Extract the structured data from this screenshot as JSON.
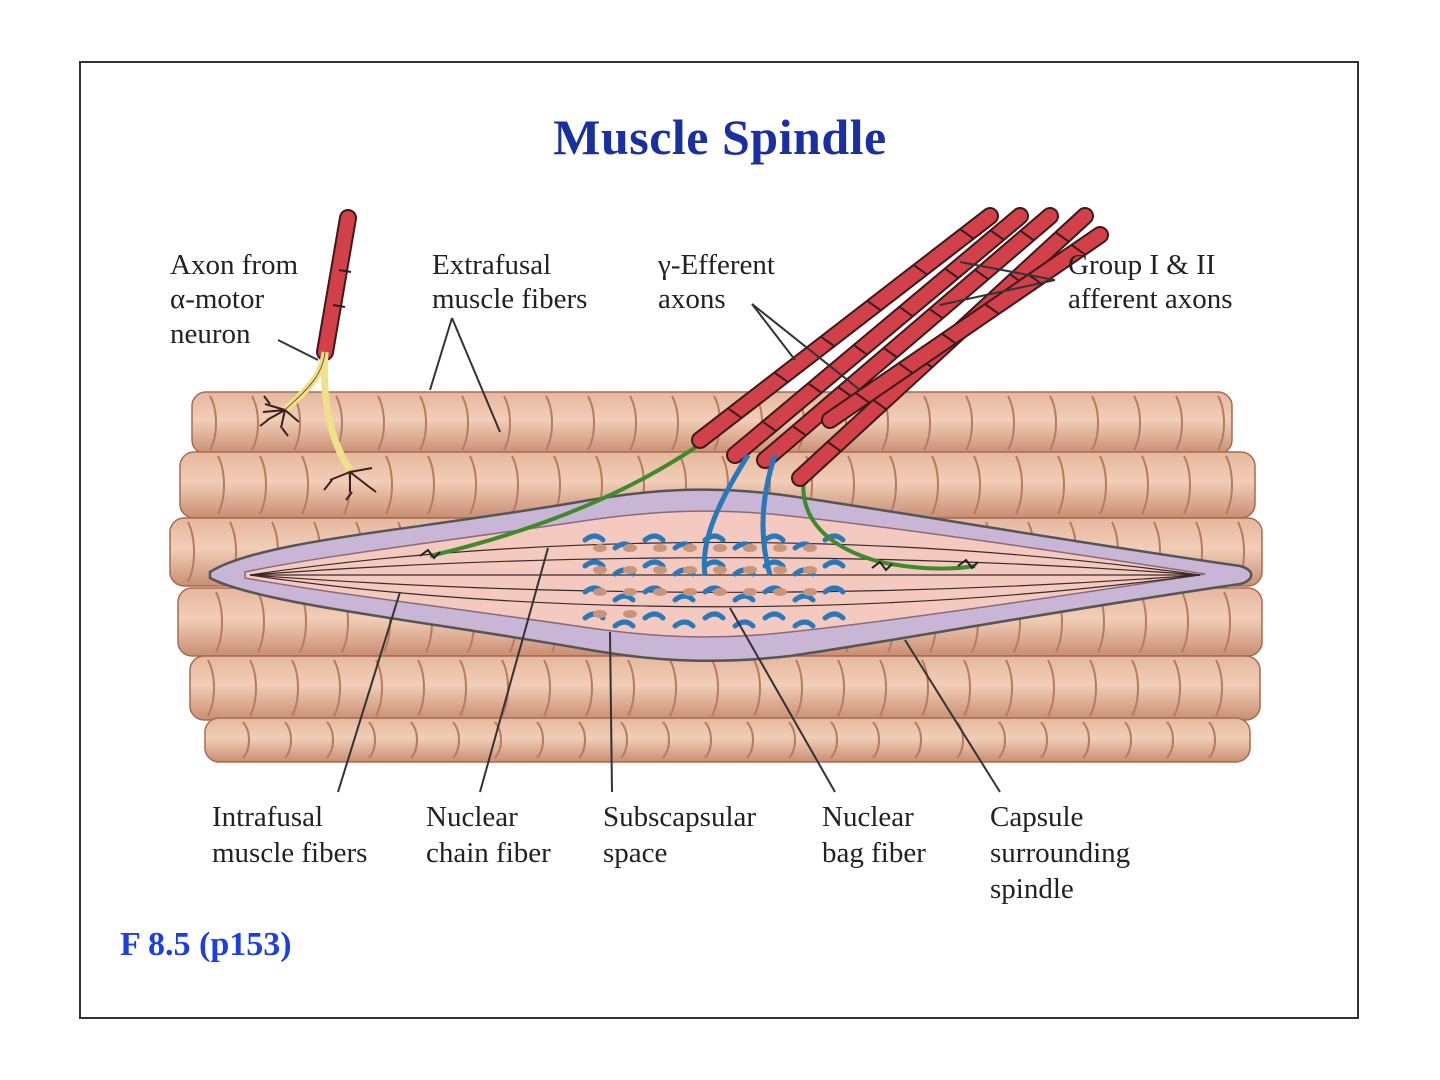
{
  "title": "Muscle Spindle",
  "figure_ref": "F 8.5 (p153)",
  "labels": {
    "axon_alpha": [
      "Axon from",
      "α-motor",
      "neuron"
    ],
    "extrafusal": [
      "Extrafusal",
      "muscle fibers"
    ],
    "gamma_efferent": [
      "γ-Efferent",
      "axons"
    ],
    "group_afferent": [
      "Group I & II",
      "afferent axons"
    ],
    "intrafusal": [
      "Intrafusal",
      "muscle fibers"
    ],
    "nuclear_chain": [
      "Nuclear",
      "chain fiber"
    ],
    "subscapular": [
      "Subscapsular",
      "space"
    ],
    "nuclear_bag": [
      "Nuclear",
      "bag fiber"
    ],
    "capsule": [
      "Capsule",
      "surrounding",
      "spindle"
    ]
  },
  "colors": {
    "title": "#1a2fa0",
    "figure_ref": "#1c3fe0",
    "extrafusal_fiber": "#d9a285",
    "capsule": "#c9b5d6",
    "intrafusal": "#f4c9c0",
    "axon": "#d2404a",
    "alpha_terminal": "#f0e08a",
    "gamma_nerve": "#3f8a2a",
    "afferent_ending": "#2a78b8"
  }
}
